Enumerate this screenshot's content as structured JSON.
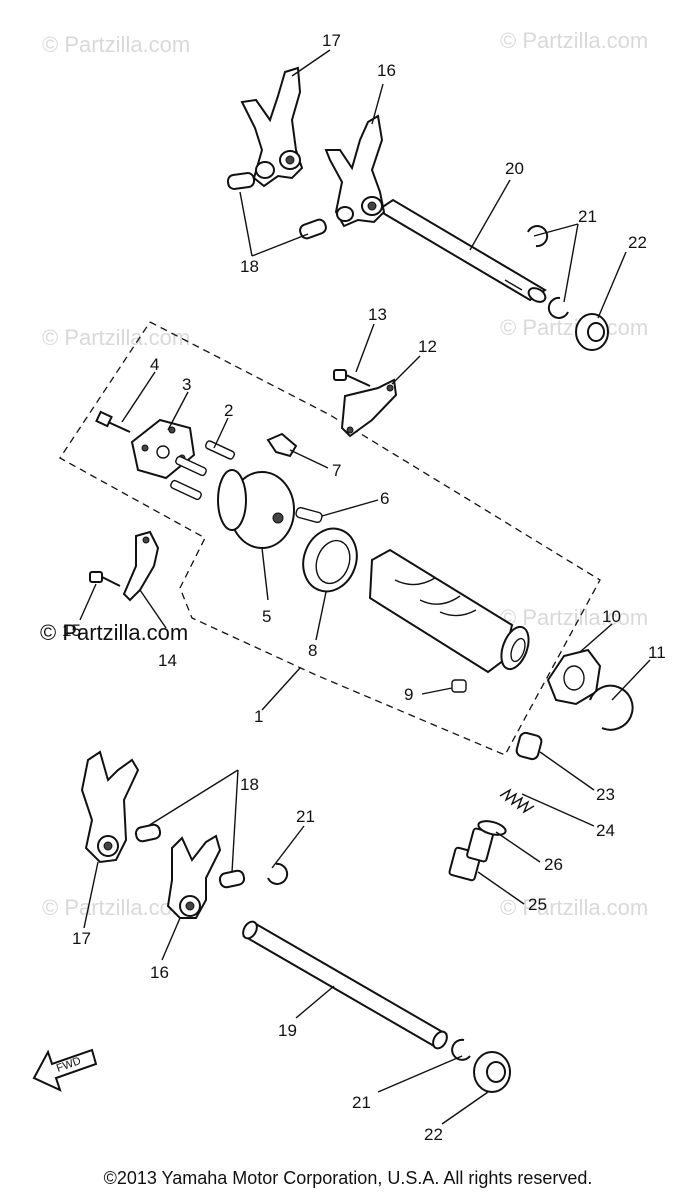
{
  "watermarks": {
    "top_left": "© Partzilla.com",
    "top_right": "© Partzilla.com",
    "mid_left": "© Partzilla.com",
    "mid_right": "© Partzilla.com",
    "center_left": "© Partzilla.com",
    "center_right": "© Partzilla.com",
    "bottom_left": "© Partzilla.com",
    "bottom_right": "© Partzilla.com"
  },
  "fwd_label": "FWD",
  "callouts": {
    "c1": "1",
    "c2": "2",
    "c3": "3",
    "c4": "4",
    "c5": "5",
    "c6": "6",
    "c7": "7",
    "c8": "8",
    "c9": "9",
    "c10": "10",
    "c11": "11",
    "c12": "12",
    "c13": "13",
    "c14": "14",
    "c15": "15",
    "c16_top": "16",
    "c16_bottom": "16",
    "c17_top": "17",
    "c17_bottom": "17",
    "c18_top": "18",
    "c18_bottom": "18",
    "c19": "19",
    "c20": "20",
    "c21_top": "21",
    "c21_mid": "21",
    "c21_bottom": "21",
    "c22_top": "22",
    "c22_bottom": "22",
    "c23": "23",
    "c24": "24",
    "c25": "25",
    "c26": "26"
  },
  "copyright": "©2013  Yamaha Motor Corporation, U.S.A. All rights reserved."
}
